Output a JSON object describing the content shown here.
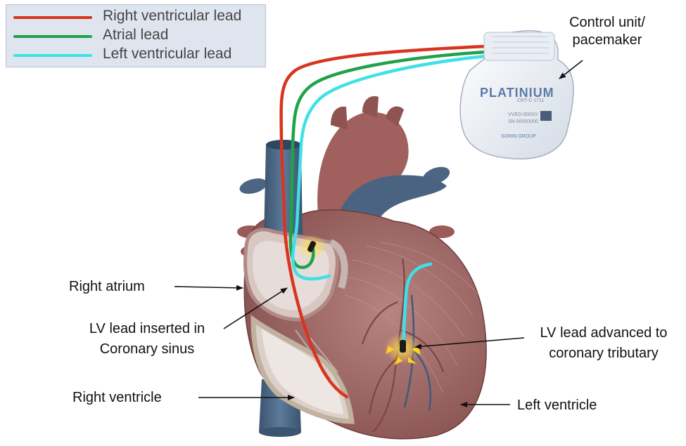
{
  "legend": {
    "items": [
      {
        "label": "Right ventricular lead",
        "color": "#d9341f"
      },
      {
        "label": "Atrial lead",
        "color": "#1fa24a"
      },
      {
        "label": "Left ventricular lead",
        "color": "#3fe0e6"
      }
    ]
  },
  "device": {
    "brand": "PLATINIUM",
    "model": "CRT-D 1711",
    "serial": "VVED-000XV",
    "serial2": "SN 00000000",
    "maker": "SORIN GROUP"
  },
  "labels": {
    "control_unit_line1": "Control unit/",
    "control_unit_line2": "pacemaker",
    "right_atrium": "Right atrium",
    "lv_inserted_line1": "LV lead inserted in",
    "lv_inserted_line2": "Coronary sinus",
    "right_ventricle": "Right ventricle",
    "lv_advanced_line1": "LV lead advanced to",
    "lv_advanced_line2": "coronary tributary",
    "left_ventricle": "Left ventricle"
  },
  "colors": {
    "heart": "#9c6563",
    "vessel": "#4a6380",
    "aorta": "#a0605e",
    "device": "#eef2f7"
  }
}
